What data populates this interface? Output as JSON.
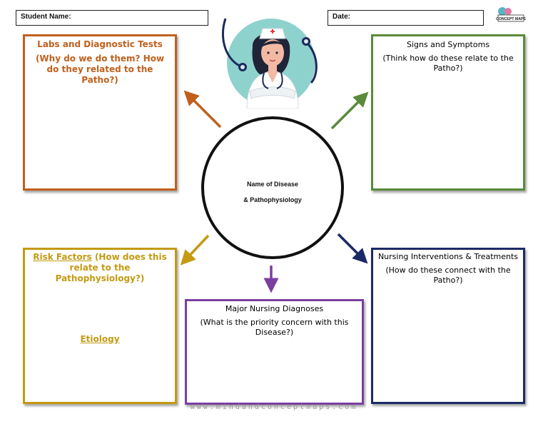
{
  "header": {
    "student_name_label": "Student Name:",
    "date_label": "Date:",
    "logo_text": "CONCEPT MAPS"
  },
  "center": {
    "line1": "Name of Disease",
    "line2": "& Pathophysiology"
  },
  "boxes": {
    "labs": {
      "title": "Labs and Diagnostic Tests",
      "subtitle": "(Why do we do them? How do they related to the Patho?)",
      "color": "#c0601c"
    },
    "signs": {
      "title": "Signs and Symptoms",
      "subtitle": "(Think how do these relate to the Patho?)",
      "color": "#5a8a3a"
    },
    "risk": {
      "title_underlined": "Risk Factors",
      "title_rest": " (How does this relate to the Pathophysiology?)",
      "etiology": "Etiology",
      "color": "#c49a12"
    },
    "diagnoses": {
      "title": "Major Nursing Diagnoses",
      "subtitle": "(What is the priority concern with this Disease?)",
      "color": "#7b3fa0"
    },
    "interventions": {
      "title": "Nursing Interventions & Treatments",
      "subtitle": "(How do these connect with the Patho?)",
      "color": "#1b2a66"
    }
  },
  "footer": {
    "url": "www.mindandconceptmaps.com"
  }
}
